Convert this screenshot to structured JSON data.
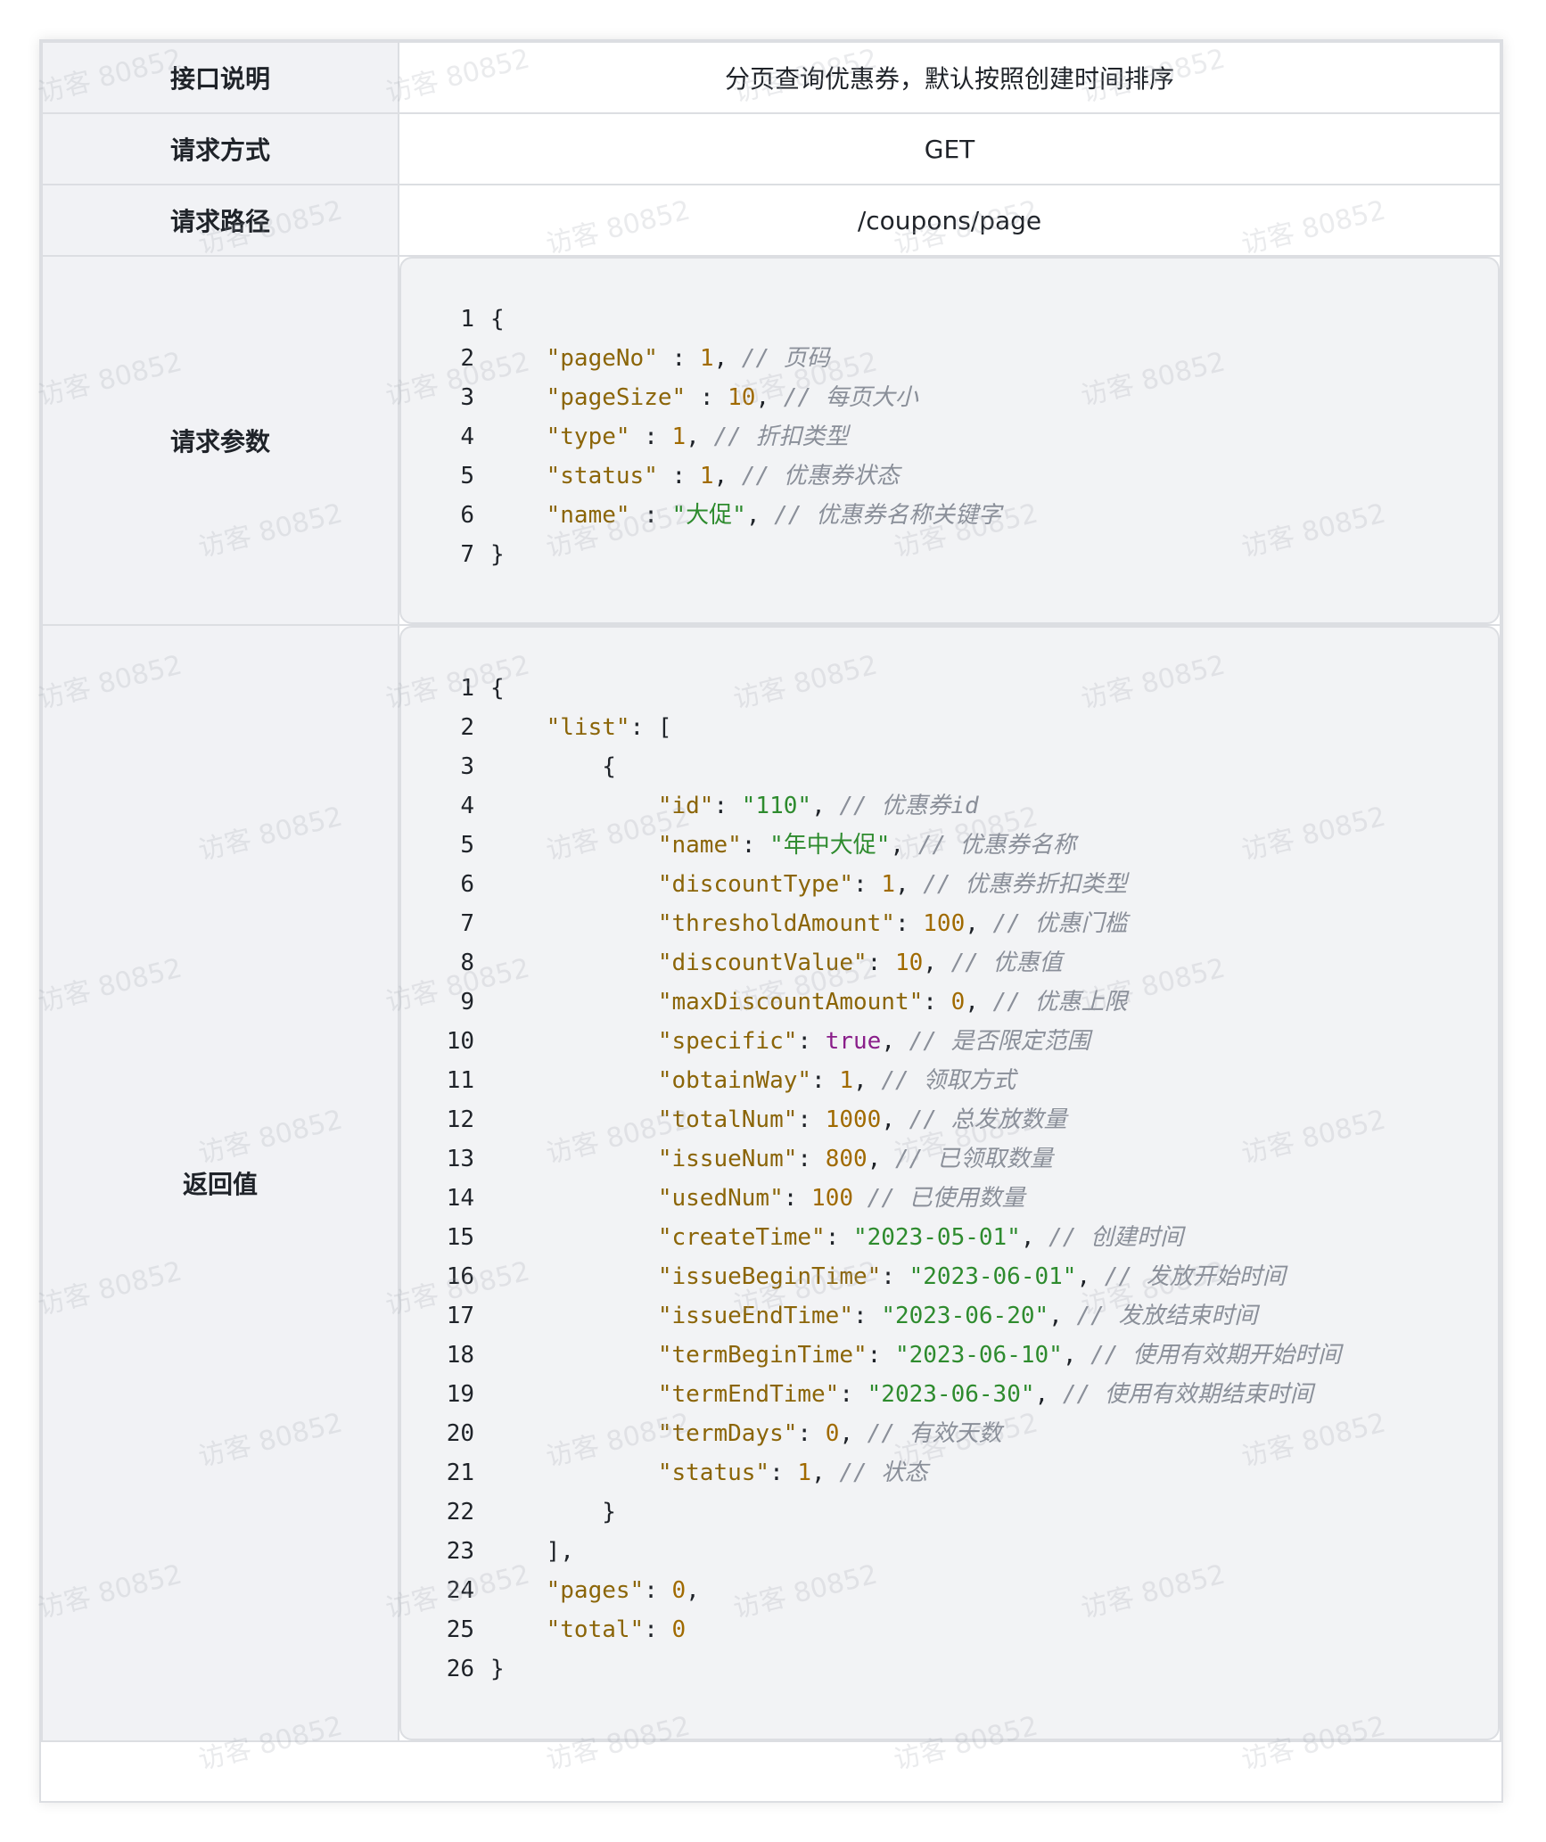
{
  "rows": {
    "description": {
      "label": "接口说明",
      "value": "分页查询优惠券，默认按照创建时间排序"
    },
    "method": {
      "label": "请求方式",
      "value": "GET"
    },
    "path": {
      "label": "请求路径",
      "value": "/coupons/page"
    },
    "params": {
      "label": "请求参数"
    },
    "response": {
      "label": "返回值"
    }
  },
  "watermark": "访客 80852",
  "request_code": [
    {
      "no": "1",
      "tokens": [
        {
          "t": "{",
          "c": ""
        }
      ]
    },
    {
      "no": "2",
      "tokens": [
        {
          "t": "    ",
          "c": ""
        },
        {
          "t": "\"pageNo\"",
          "c": "k"
        },
        {
          "t": " : ",
          "c": ""
        },
        {
          "t": "1",
          "c": "n"
        },
        {
          "t": ", ",
          "c": ""
        },
        {
          "t": "// 页码",
          "c": "c"
        }
      ]
    },
    {
      "no": "3",
      "tokens": [
        {
          "t": "    ",
          "c": ""
        },
        {
          "t": "\"pageSize\"",
          "c": "k"
        },
        {
          "t": " : ",
          "c": ""
        },
        {
          "t": "10",
          "c": "n"
        },
        {
          "t": ", ",
          "c": ""
        },
        {
          "t": "// 每页大小",
          "c": "c"
        }
      ]
    },
    {
      "no": "4",
      "tokens": [
        {
          "t": "    ",
          "c": ""
        },
        {
          "t": "\"type\"",
          "c": "k"
        },
        {
          "t": " : ",
          "c": ""
        },
        {
          "t": "1",
          "c": "n"
        },
        {
          "t": ", ",
          "c": ""
        },
        {
          "t": "// 折扣类型",
          "c": "c"
        }
      ]
    },
    {
      "no": "5",
      "tokens": [
        {
          "t": "    ",
          "c": ""
        },
        {
          "t": "\"status\"",
          "c": "k"
        },
        {
          "t": " : ",
          "c": ""
        },
        {
          "t": "1",
          "c": "n"
        },
        {
          "t": ", ",
          "c": ""
        },
        {
          "t": "// 优惠券状态",
          "c": "c"
        }
      ]
    },
    {
      "no": "6",
      "tokens": [
        {
          "t": "    ",
          "c": ""
        },
        {
          "t": "\"name\"",
          "c": "k"
        },
        {
          "t": " : ",
          "c": ""
        },
        {
          "t": "\"大促\"",
          "c": "s"
        },
        {
          "t": ", ",
          "c": ""
        },
        {
          "t": "// 优惠券名称关键字",
          "c": "c"
        }
      ]
    },
    {
      "no": "7",
      "tokens": [
        {
          "t": "}",
          "c": ""
        }
      ]
    }
  ],
  "response_code": [
    {
      "no": "1",
      "tokens": [
        {
          "t": "{",
          "c": ""
        }
      ]
    },
    {
      "no": "2",
      "tokens": [
        {
          "t": "    ",
          "c": ""
        },
        {
          "t": "\"list\"",
          "c": "k"
        },
        {
          "t": ": [",
          "c": ""
        }
      ]
    },
    {
      "no": "3",
      "tokens": [
        {
          "t": "        {",
          "c": ""
        }
      ]
    },
    {
      "no": "4",
      "tokens": [
        {
          "t": "            ",
          "c": ""
        },
        {
          "t": "\"id\"",
          "c": "k"
        },
        {
          "t": ": ",
          "c": ""
        },
        {
          "t": "\"110\"",
          "c": "s"
        },
        {
          "t": ", ",
          "c": ""
        },
        {
          "t": "// 优惠券id",
          "c": "c"
        }
      ]
    },
    {
      "no": "5",
      "tokens": [
        {
          "t": "            ",
          "c": ""
        },
        {
          "t": "\"name\"",
          "c": "k"
        },
        {
          "t": ": ",
          "c": ""
        },
        {
          "t": "\"年中大促\"",
          "c": "s"
        },
        {
          "t": ", ",
          "c": ""
        },
        {
          "t": "// 优惠券名称",
          "c": "c"
        }
      ]
    },
    {
      "no": "6",
      "tokens": [
        {
          "t": "            ",
          "c": ""
        },
        {
          "t": "\"discountType\"",
          "c": "k"
        },
        {
          "t": ": ",
          "c": ""
        },
        {
          "t": "1",
          "c": "n"
        },
        {
          "t": ", ",
          "c": ""
        },
        {
          "t": "// 优惠券折扣类型",
          "c": "c"
        }
      ]
    },
    {
      "no": "7",
      "tokens": [
        {
          "t": "            ",
          "c": ""
        },
        {
          "t": "\"thresholdAmount\"",
          "c": "k"
        },
        {
          "t": ": ",
          "c": ""
        },
        {
          "t": "100",
          "c": "n"
        },
        {
          "t": ", ",
          "c": ""
        },
        {
          "t": "// 优惠门槛",
          "c": "c"
        }
      ]
    },
    {
      "no": "8",
      "tokens": [
        {
          "t": "            ",
          "c": ""
        },
        {
          "t": "\"discountValue\"",
          "c": "k"
        },
        {
          "t": ": ",
          "c": ""
        },
        {
          "t": "10",
          "c": "n"
        },
        {
          "t": ", ",
          "c": ""
        },
        {
          "t": "// 优惠值",
          "c": "c"
        }
      ]
    },
    {
      "no": "9",
      "tokens": [
        {
          "t": "            ",
          "c": ""
        },
        {
          "t": "\"maxDiscountAmount\"",
          "c": "k"
        },
        {
          "t": ": ",
          "c": ""
        },
        {
          "t": "0",
          "c": "n"
        },
        {
          "t": ", ",
          "c": ""
        },
        {
          "t": "// 优惠上限",
          "c": "c"
        }
      ]
    },
    {
      "no": "10",
      "tokens": [
        {
          "t": "            ",
          "c": ""
        },
        {
          "t": "\"specific\"",
          "c": "k"
        },
        {
          "t": ": ",
          "c": ""
        },
        {
          "t": "true",
          "c": "b"
        },
        {
          "t": ", ",
          "c": ""
        },
        {
          "t": "// 是否限定范围",
          "c": "c"
        }
      ]
    },
    {
      "no": "11",
      "tokens": [
        {
          "t": "            ",
          "c": ""
        },
        {
          "t": "\"obtainWay\"",
          "c": "k"
        },
        {
          "t": ": ",
          "c": ""
        },
        {
          "t": "1",
          "c": "n"
        },
        {
          "t": ", ",
          "c": ""
        },
        {
          "t": "// 领取方式",
          "c": "c"
        }
      ]
    },
    {
      "no": "12",
      "tokens": [
        {
          "t": "            ",
          "c": ""
        },
        {
          "t": "\"totalNum\"",
          "c": "k"
        },
        {
          "t": ": ",
          "c": ""
        },
        {
          "t": "1000",
          "c": "n"
        },
        {
          "t": ", ",
          "c": ""
        },
        {
          "t": "// 总发放数量",
          "c": "c"
        }
      ]
    },
    {
      "no": "13",
      "tokens": [
        {
          "t": "            ",
          "c": ""
        },
        {
          "t": "\"issueNum\"",
          "c": "k"
        },
        {
          "t": ": ",
          "c": ""
        },
        {
          "t": "800",
          "c": "n"
        },
        {
          "t": ", ",
          "c": ""
        },
        {
          "t": "// 已领取数量",
          "c": "c"
        }
      ]
    },
    {
      "no": "14",
      "tokens": [
        {
          "t": "            ",
          "c": ""
        },
        {
          "t": "\"usedNum\"",
          "c": "k"
        },
        {
          "t": ": ",
          "c": ""
        },
        {
          "t": "100",
          "c": "n"
        },
        {
          "t": " ",
          "c": ""
        },
        {
          "t": "// 已使用数量",
          "c": "c"
        }
      ]
    },
    {
      "no": "15",
      "tokens": [
        {
          "t": "            ",
          "c": ""
        },
        {
          "t": "\"createTime\"",
          "c": "k"
        },
        {
          "t": ": ",
          "c": ""
        },
        {
          "t": "\"2023-05-01\"",
          "c": "s"
        },
        {
          "t": ", ",
          "c": ""
        },
        {
          "t": "// 创建时间",
          "c": "c"
        }
      ]
    },
    {
      "no": "16",
      "tokens": [
        {
          "t": "            ",
          "c": ""
        },
        {
          "t": "\"issueBeginTime\"",
          "c": "k"
        },
        {
          "t": ": ",
          "c": ""
        },
        {
          "t": "\"2023-06-01\"",
          "c": "s"
        },
        {
          "t": ", ",
          "c": ""
        },
        {
          "t": "// 发放开始时间",
          "c": "c"
        }
      ]
    },
    {
      "no": "17",
      "tokens": [
        {
          "t": "            ",
          "c": ""
        },
        {
          "t": "\"issueEndTime\"",
          "c": "k"
        },
        {
          "t": ": ",
          "c": ""
        },
        {
          "t": "\"2023-06-20\"",
          "c": "s"
        },
        {
          "t": ", ",
          "c": ""
        },
        {
          "t": "// 发放结束时间",
          "c": "c"
        }
      ]
    },
    {
      "no": "18",
      "tokens": [
        {
          "t": "            ",
          "c": ""
        },
        {
          "t": "\"termBeginTime\"",
          "c": "k"
        },
        {
          "t": ": ",
          "c": ""
        },
        {
          "t": "\"2023-06-10\"",
          "c": "s"
        },
        {
          "t": ", ",
          "c": ""
        },
        {
          "t": "// 使用有效期开始时间",
          "c": "c"
        }
      ]
    },
    {
      "no": "19",
      "tokens": [
        {
          "t": "            ",
          "c": ""
        },
        {
          "t": "\"termEndTime\"",
          "c": "k"
        },
        {
          "t": ": ",
          "c": ""
        },
        {
          "t": "\"2023-06-30\"",
          "c": "s"
        },
        {
          "t": ", ",
          "c": ""
        },
        {
          "t": "// 使用有效期结束时间",
          "c": "c"
        }
      ]
    },
    {
      "no": "20",
      "tokens": [
        {
          "t": "            ",
          "c": ""
        },
        {
          "t": "\"termDays\"",
          "c": "k"
        },
        {
          "t": ": ",
          "c": ""
        },
        {
          "t": "0",
          "c": "n"
        },
        {
          "t": ", ",
          "c": ""
        },
        {
          "t": "// 有效天数",
          "c": "c"
        }
      ]
    },
    {
      "no": "21",
      "tokens": [
        {
          "t": "            ",
          "c": ""
        },
        {
          "t": "\"status\"",
          "c": "k"
        },
        {
          "t": ": ",
          "c": ""
        },
        {
          "t": "1",
          "c": "n"
        },
        {
          "t": ", ",
          "c": ""
        },
        {
          "t": "// 状态",
          "c": "c"
        }
      ]
    },
    {
      "no": "22",
      "tokens": [
        {
          "t": "        }",
          "c": ""
        }
      ]
    },
    {
      "no": "23",
      "tokens": [
        {
          "t": "    ],",
          "c": ""
        }
      ]
    },
    {
      "no": "24",
      "tokens": [
        {
          "t": "    ",
          "c": ""
        },
        {
          "t": "\"pages\"",
          "c": "k"
        },
        {
          "t": ": ",
          "c": ""
        },
        {
          "t": "0",
          "c": "n"
        },
        {
          "t": ",",
          "c": ""
        }
      ]
    },
    {
      "no": "25",
      "tokens": [
        {
          "t": "    ",
          "c": ""
        },
        {
          "t": "\"total\"",
          "c": "k"
        },
        {
          "t": ": ",
          "c": ""
        },
        {
          "t": "0",
          "c": "n"
        }
      ]
    },
    {
      "no": "26",
      "tokens": [
        {
          "t": "}",
          "c": ""
        }
      ]
    }
  ]
}
